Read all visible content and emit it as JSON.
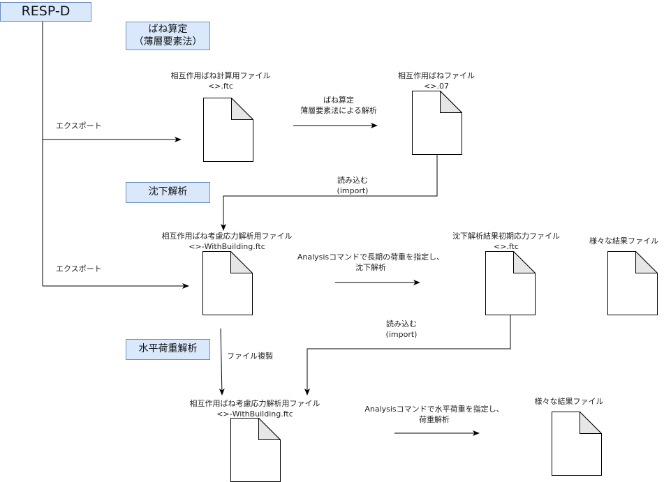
{
  "title": "RESP-D",
  "stages": {
    "spring": "ばね算定\n（薄層要素法）",
    "settlement": "沈下解析",
    "horizontal": "水平荷重解析"
  },
  "files": {
    "spring_calc": "相互作用ばね計算用ファイル\n<>.ftc",
    "spring_file": "相互作用ばねファイル\n<>.07",
    "stress_file": "相互作用ばね考慮応力解析用ファイル\n<>-WithBuilding.ftc",
    "settlement_result": "沈下解析結果初期応力ファイル\n<>.ftc",
    "results_1": "様々な結果ファイル",
    "stress_file_copy": "相互作用ばね考慮応力解析用ファイル\n<>-WithBuilding.ftc",
    "results_2": "様々な結果ファイル"
  },
  "actions": {
    "export_1": "エクスポート",
    "spring_analysis": "ばね算定\n薄層要素法による解析",
    "import_1": "読み込む\n(import)",
    "export_2": "エクスポート",
    "settlement_analysis": "Analysisコマンドで長期の荷重を指定し、\n沈下解析",
    "import_2": "読み込む\n(import)",
    "file_copy": "ファイル複製",
    "horizontal_analysis": "Analysisコマンドで水平荷重を指定し、\n荷重解析"
  },
  "colors": {
    "box_fill": "#dae8fc",
    "box_stroke": "#6c8ebf",
    "line": "#000000"
  }
}
